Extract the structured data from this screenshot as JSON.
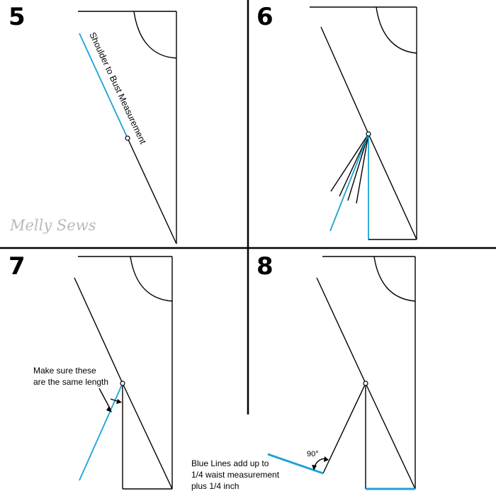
{
  "panels": [
    {
      "step": "5",
      "rotated_label": "Shoulder to Bust Measurement"
    },
    {
      "step": "6"
    },
    {
      "step": "7",
      "note_lines": [
        "Make sure these",
        "are the same length"
      ]
    },
    {
      "step": "8",
      "note_lines": [
        "Blue Lines add up to",
        "1/4 waist measurement",
        "plus 1/4 inch"
      ],
      "angle_label": "90°"
    }
  ],
  "watermark": "Melly Sews",
  "colors": {
    "line": "#000000",
    "accent": "#1aa3d6",
    "watermark": "#b9b9b9"
  }
}
